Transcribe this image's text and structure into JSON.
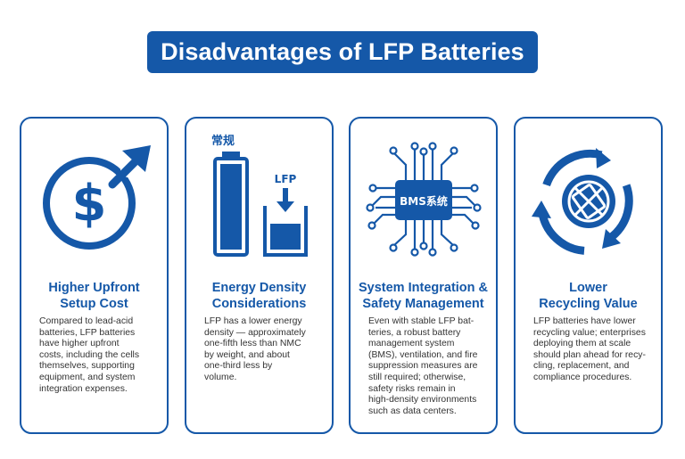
{
  "title": "Disadvantages of LFP Batteries",
  "colors": {
    "primary": "#1558a8",
    "text": "#333333",
    "background": "#ffffff"
  },
  "cards": [
    {
      "icon": "dollar-up-arrow-icon",
      "heading_line1": "Higher Upfront",
      "heading_line2": "Setup Cost",
      "body_lines": [
        "Compared to lead-acid",
        "batteries, LFP batteries",
        "have higher upfront",
        "costs, including the cells",
        "themselves, supporting",
        "equipment, and system",
        "integration expenses."
      ]
    },
    {
      "icon": "battery-comparison-icon",
      "label_conventional": "常规",
      "label_lfp": "LFP",
      "heading_line1": "Energy Density",
      "heading_line2": "Considerations",
      "body_lines": [
        "LFP has a lower energy",
        "density — approximately",
        "one-fifth less than NMC",
        "by weight, and about",
        "one-third less by",
        "volume."
      ]
    },
    {
      "icon": "bms-chip-icon",
      "chip_label": "BMS系统",
      "heading_line1": "System Integration &",
      "heading_line2": "Safety Management",
      "body_lines": [
        "Even with stable LFP bat-",
        "teries, a robust battery",
        "management system",
        "(BMS), ventilation, and fire",
        "suppression measures are",
        "still required; otherwise,",
        "safety risks remain in",
        "high-density environments",
        "such as data centers."
      ]
    },
    {
      "icon": "recycling-battery-icon",
      "heading_line1": "Lower",
      "heading_line2": "Recycling Value",
      "body_lines": [
        "LFP batteries have lower",
        "recycling value; enterprises",
        "deploying them at scale",
        "should plan ahead for recy-",
        "cling, replacement, and",
        "compliance procedures."
      ]
    }
  ]
}
